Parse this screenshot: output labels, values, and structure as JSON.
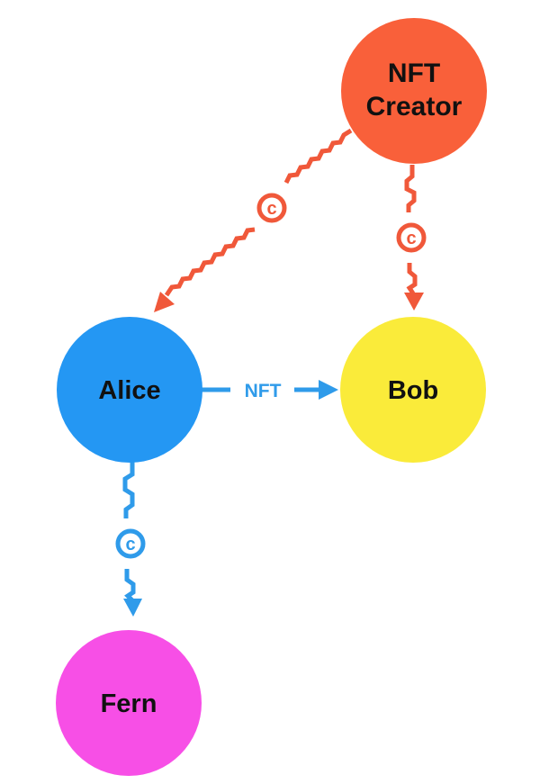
{
  "colors": {
    "creator": "#F9603A",
    "alice": "#2497F3",
    "bob": "#FAEB3A",
    "fern": "#F74FE6",
    "royalty_arrow_from_creator": "#F0583A",
    "alice_arrows": "#2F9BEA",
    "text": "#111111"
  },
  "nodes": {
    "creator": {
      "line1": "NFT",
      "line2": "Creator"
    },
    "alice": {
      "label": "Alice"
    },
    "bob": {
      "label": "Bob"
    },
    "fern": {
      "label": "Fern"
    }
  },
  "edges": {
    "creator_to_alice": {
      "type": "royalty",
      "icon": "copyright-icon",
      "symbol": "c"
    },
    "creator_to_bob": {
      "type": "royalty",
      "icon": "copyright-icon",
      "symbol": "c"
    },
    "alice_to_bob": {
      "type": "transfer",
      "label": "NFT"
    },
    "alice_to_fern": {
      "type": "royalty",
      "icon": "copyright-icon",
      "symbol": "c"
    }
  }
}
